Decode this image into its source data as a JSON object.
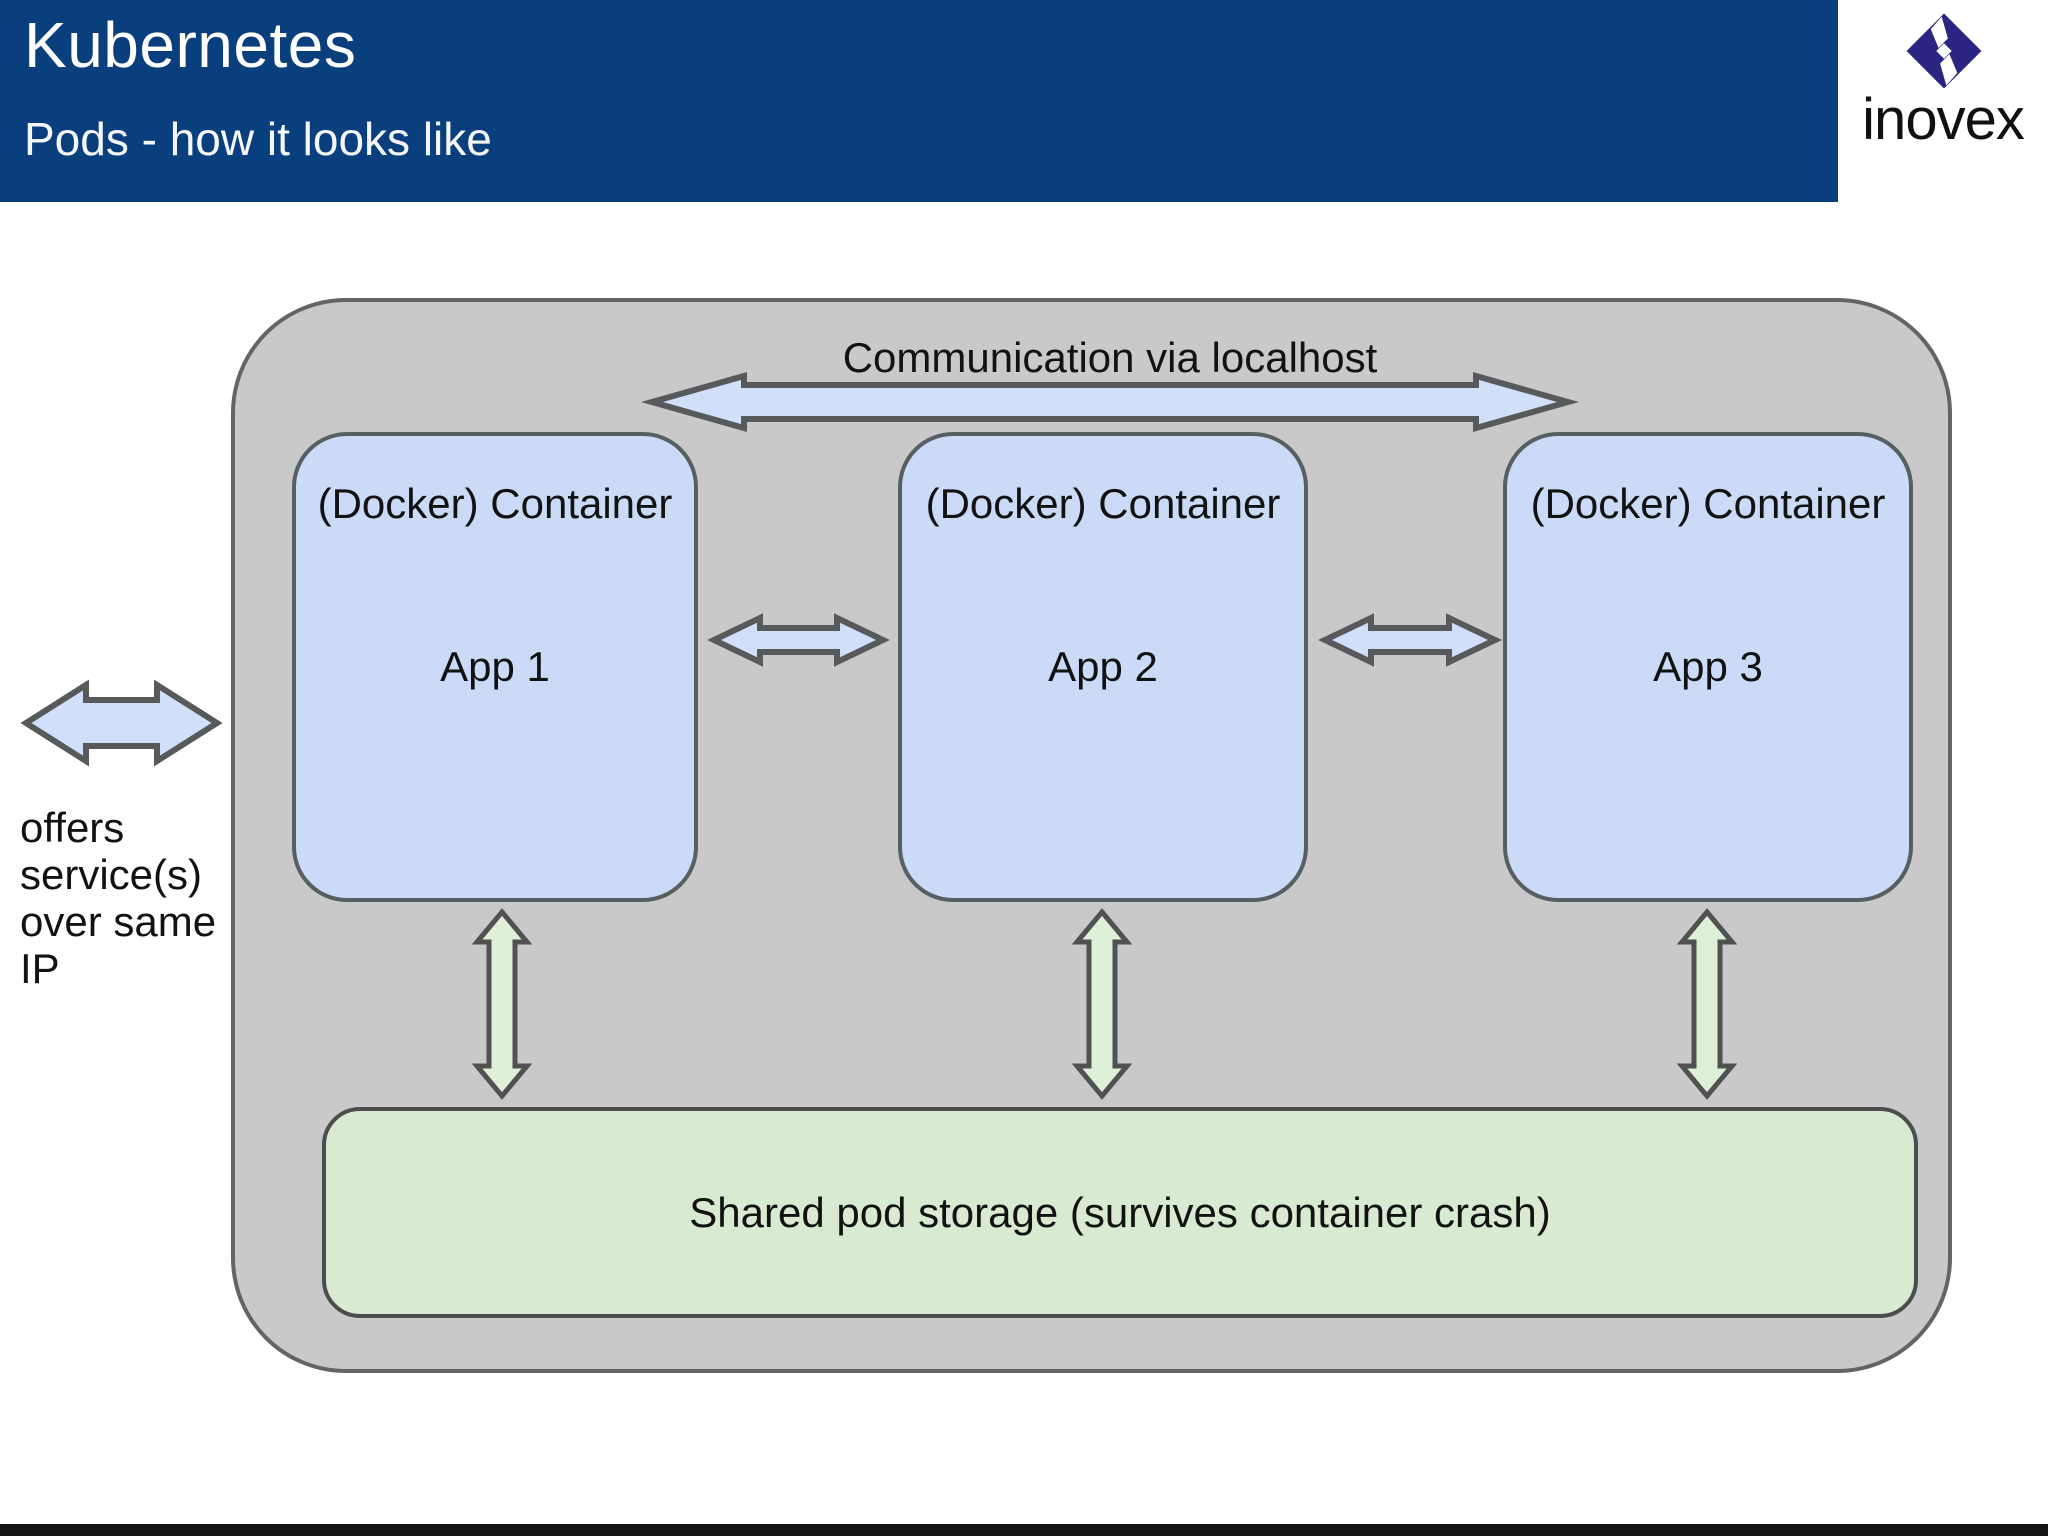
{
  "header": {
    "title": "Kubernetes",
    "subtitle": "Pods - how it looks like"
  },
  "logo": {
    "brand": "inovex"
  },
  "diagram": {
    "pod": {
      "communication_label": "Communication via localhost",
      "containers": [
        {
          "title": "(Docker) Container",
          "app": "App 1"
        },
        {
          "title": "(Docker) Container",
          "app": "App 2"
        },
        {
          "title": "(Docker) Container",
          "app": "App 3"
        }
      ],
      "storage_label": "Shared pod storage (survives container crash)"
    },
    "side_note": {
      "lines": [
        "offers",
        "service(s)",
        "over same",
        "IP"
      ]
    }
  },
  "colors": {
    "header_bg": "#0a3f7d",
    "pod_fill": "#c9c9c9",
    "container_fill": "#cbdbf7",
    "blue_arrow_fill": "#d0e0fb",
    "storage_fill": "#d9ead3",
    "green_arrow_fill": "#def0d8",
    "logo_navy": "#2a2580"
  }
}
